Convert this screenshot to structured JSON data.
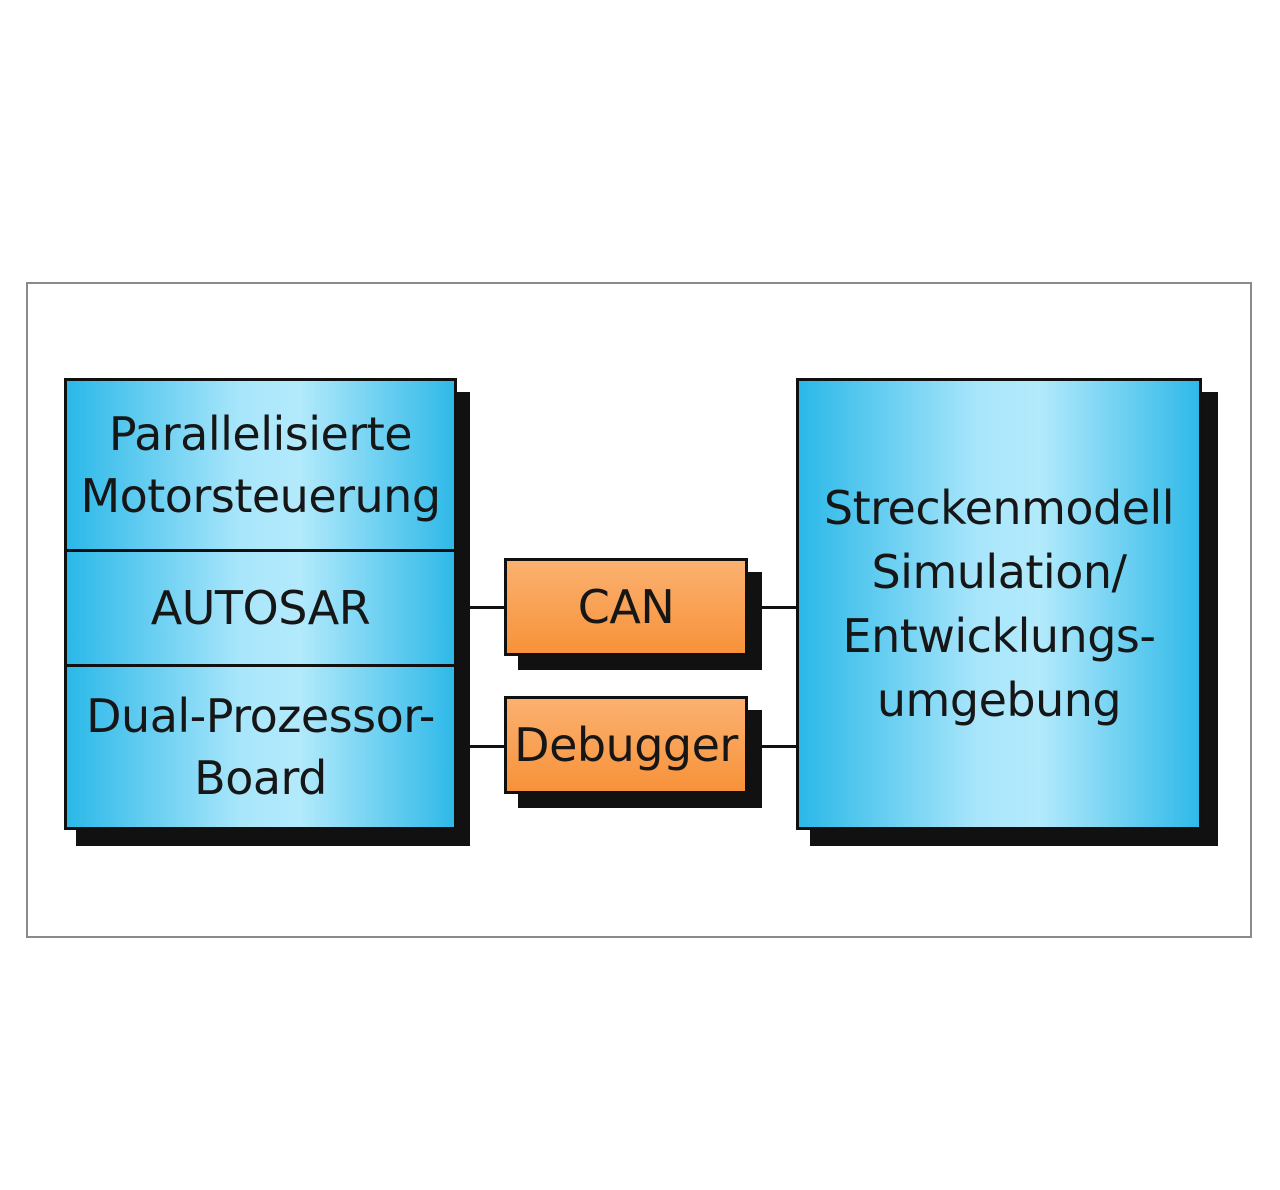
{
  "diagram": {
    "left_stack": {
      "layers": [
        {
          "label": "Parallelisierte\nMotorsteuerung"
        },
        {
          "label": "AUTOSAR"
        },
        {
          "label": "Dual-Prozessor-\nBoard"
        }
      ]
    },
    "connectors": [
      {
        "label": "CAN"
      },
      {
        "label": "Debugger"
      }
    ],
    "right_box": {
      "label": "Streckenmodell\nSimulation/\nEntwicklungs-\numgebung"
    },
    "colors": {
      "box_blue": "#2bb8e8",
      "box_blue_light": "#b3eafc",
      "box_orange": "#f7923a",
      "shadow": "#111111",
      "frame": "#8a8a8a"
    }
  }
}
